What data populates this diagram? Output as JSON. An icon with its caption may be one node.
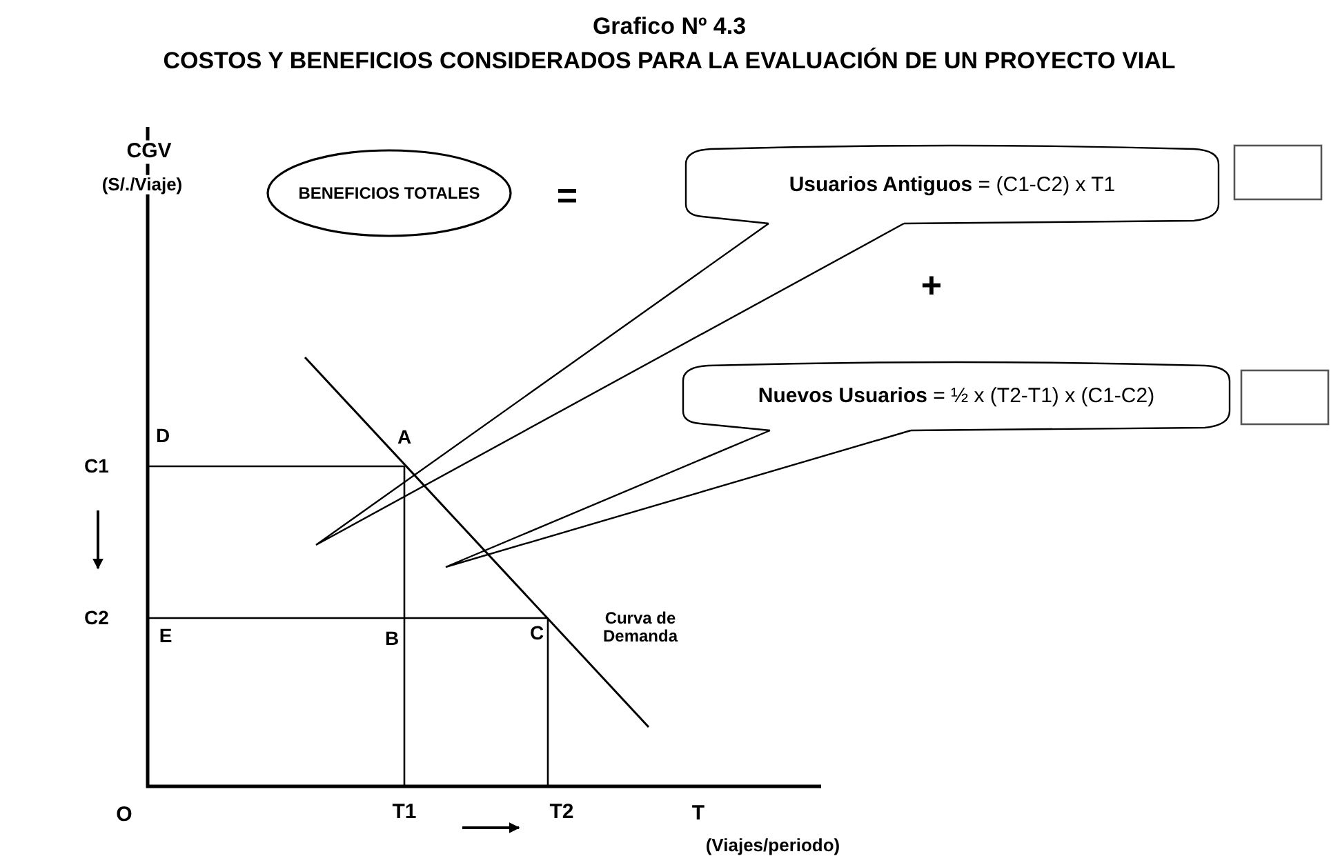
{
  "diagram": {
    "title": "Grafico Nº 4.3",
    "nodes": [
      {
        "text": [
          "BENEFICIOS TOTALES"
        ]
      },
      {
        "text": [
          "**Usuarios Antiguos** = (C1-C2) x T1"
        ]
      },
      {
        "text": [],
        "shape": "box"
      },
      {
        "text": [
          "**Nuevos Usuarios** = ½ x (T2-T1) x (C1-C2)"
        ]
      },
      {
        "text": [],
        "shape": "box"
      }
    ],
    "labels": [
      "COSTOS Y BENEFICIOS CONSIDERADOS PARA LA EVALUACIÓN DE UN PROYECTO VIAL",
      "CGV",
      "(S/./Viaje)",
      "=",
      "+",
      "D",
      "A",
      "C1",
      "C2",
      "E",
      "B",
      "C",
      "Curva de Demanda",
      "O",
      "T1",
      "T2",
      "T",
      "(Viajes/periodo)"
    ]
  }
}
